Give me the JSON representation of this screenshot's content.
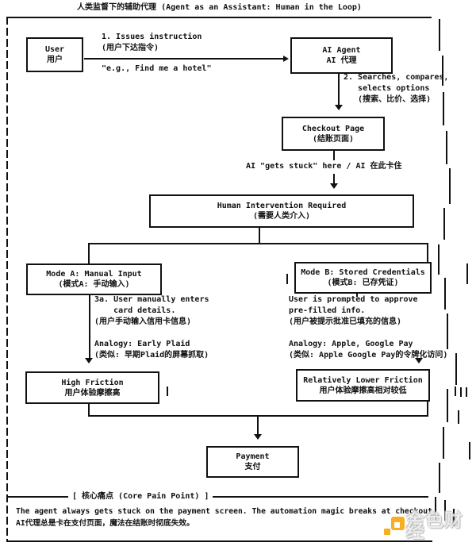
{
  "title": "人类监督下的辅助代理 (Agent as an Assistant: Human in the Loop)",
  "nodes": {
    "user": {
      "en": "User",
      "zh": "用户"
    },
    "ai_agent": {
      "en": "AI Agent",
      "zh": "AI 代理"
    },
    "checkout": {
      "en": "Checkout Page",
      "zh": "(结账页面)"
    },
    "human_intervention": {
      "en": "Human Intervention Required",
      "zh": "(需要人类介入)"
    },
    "mode_a": {
      "en": "Mode A: Manual Input",
      "zh": "(模式A: 手动输入)"
    },
    "mode_b": {
      "en": "Mode B: Stored Credentials",
      "zh": "(模式B: 已存凭证)"
    },
    "high_friction": {
      "en": "High Friction",
      "zh": "用户体验摩擦高"
    },
    "lower_friction": {
      "en": "Relatively Lower Friction",
      "zh": "用户体验摩擦高相对较低"
    },
    "payment": {
      "en": "Payment",
      "zh": "支付"
    }
  },
  "labels": {
    "step1": "1. Issues instruction\n(用户下达指令)",
    "example": "\"e.g., Find me a hotel\"",
    "step2": "2. Searches, compares,\n   selects options\n   (搜索、比价、选择)",
    "stuck": "AI \"gets stuck\" here / AI 在此卡住",
    "mode_a_detail": "3a. User manually enters\n    card details.\n(用户手动输入信用卡信息)\n\nAnalogy: Early Plaid\n(类似: 早期Plaid的屏幕抓取)",
    "mode_b_detail": "User is prompted to approve\npre-filled info.\n(用户被提示批准已填充的信息)\n\nAnalogy: Apple, Google Pay\n(类似: Apple Google Pay的令牌化访问)"
  },
  "footer": {
    "divider_label": "[ 核心痛点 (Core Pain Point) ]",
    "line_en": "The agent always gets stuck on the payment screen. The automation magic breaks at checkout.",
    "line_zh": "AI代理总是卡在支付页面，魔法在结账时彻底失效。"
  },
  "watermark": {
    "text": "金色财经",
    "accent": "#f7a608"
  },
  "colors": {
    "ink": "#111111",
    "background": "#ffffff"
  }
}
